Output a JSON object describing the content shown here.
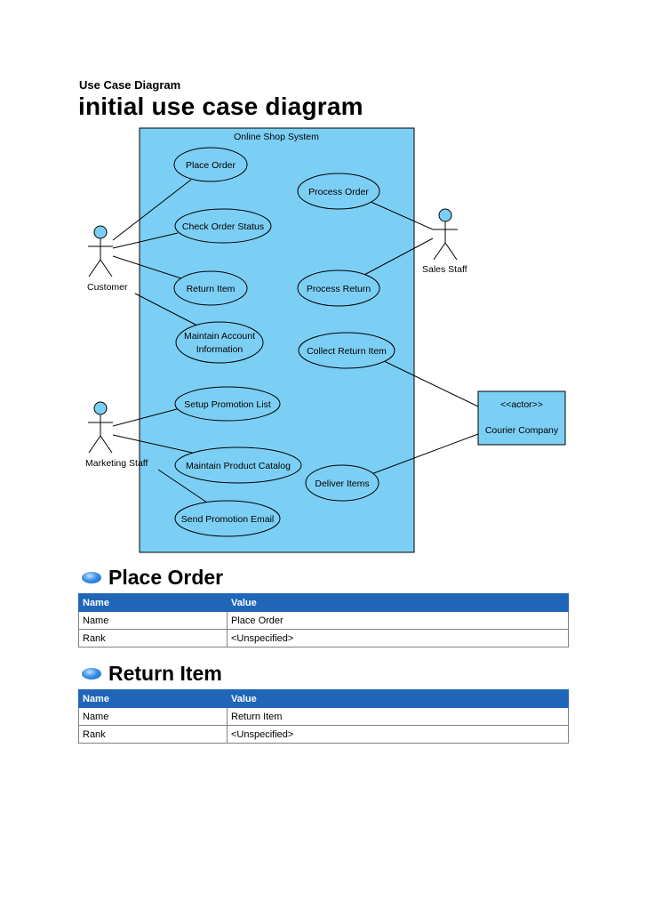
{
  "doc": {
    "section_label": "Use Case Diagram",
    "title": "initial use case diagram"
  },
  "diagram": {
    "system_name": "Online Shop System",
    "actors": {
      "customer": "Customer",
      "marketing": "Marketing Staff",
      "sales": "Sales Staff",
      "courier_stereotype": "<<actor>>",
      "courier": "Courier Company"
    },
    "use_cases": {
      "place_order": "Place Order",
      "process_order": "Process Order",
      "check_order_status": "Check Order Status",
      "return_item": "Return Item",
      "process_return": "Process Return",
      "maintain_account_1": "Maintain Account",
      "maintain_account_2": "Information",
      "collect_return_item": "Collect Return Item",
      "setup_promotion_list": "Setup Promotion List",
      "maintain_product_catalog": "Maintain Product Catalog",
      "deliver_items": "Deliver Items",
      "send_promotion_email": "Send Promotion Email"
    },
    "colors": {
      "fill": "#7ccff4",
      "stroke": "#000000"
    }
  },
  "sections": [
    {
      "heading": "Place Order",
      "header": [
        "Name",
        "Value"
      ],
      "rows": [
        [
          "Name",
          "Place Order"
        ],
        [
          "Rank",
          "<Unspecified>"
        ]
      ]
    },
    {
      "heading": "Return Item",
      "header": [
        "Name",
        "Value"
      ],
      "rows": [
        [
          "Name",
          "Return Item"
        ],
        [
          "Rank",
          "<Unspecified>"
        ]
      ]
    }
  ],
  "colors": {
    "table_header": "#1f66b8",
    "accent": "#7ccff4"
  }
}
